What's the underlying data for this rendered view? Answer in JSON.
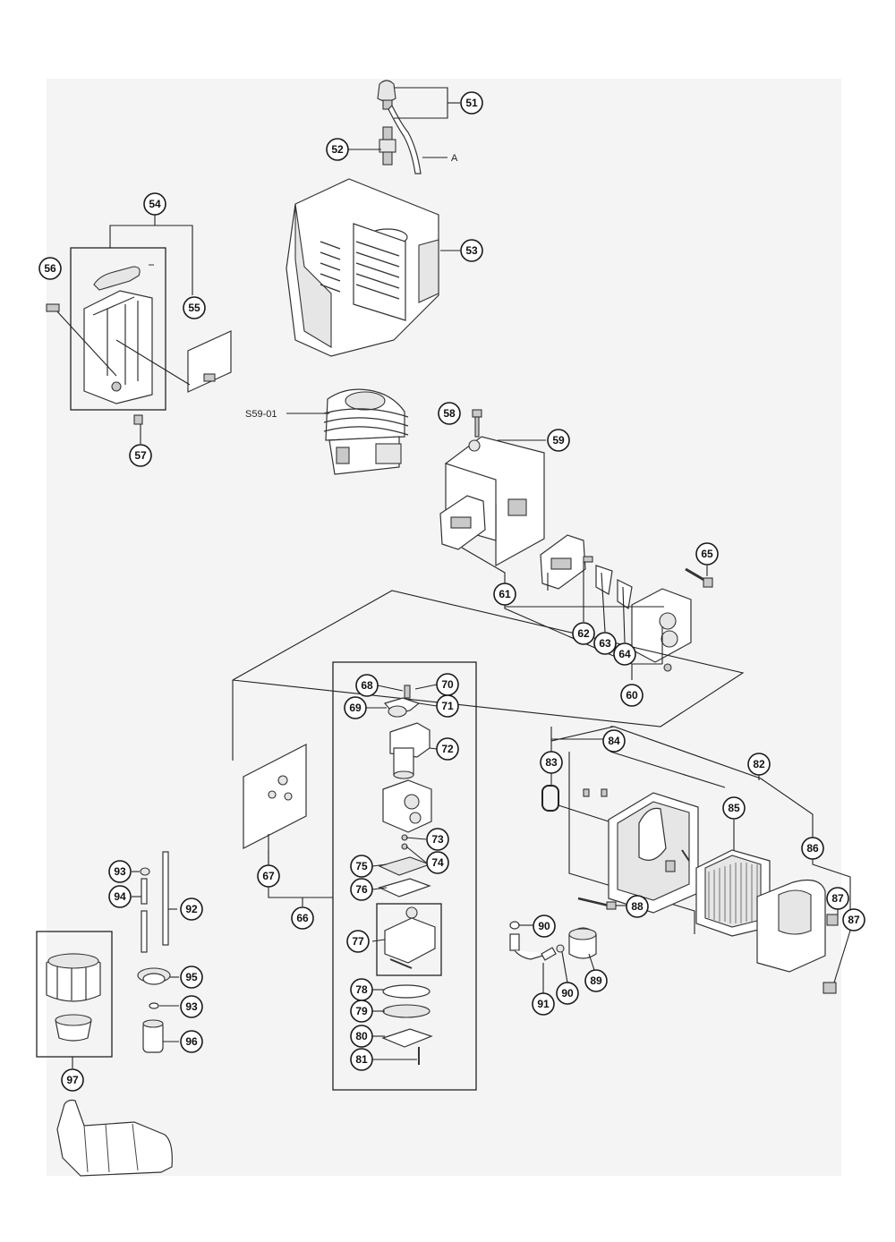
{
  "labels": {
    "s59": "S59-01",
    "pipe_end": "A"
  },
  "callouts": [
    {
      "id": "c51",
      "n": "51"
    },
    {
      "id": "c52",
      "n": "52"
    },
    {
      "id": "c53",
      "n": "53"
    },
    {
      "id": "c54",
      "n": "54"
    },
    {
      "id": "c55",
      "n": "55"
    },
    {
      "id": "c56",
      "n": "56"
    },
    {
      "id": "c57",
      "n": "57"
    },
    {
      "id": "c58",
      "n": "58"
    },
    {
      "id": "c59",
      "n": "59"
    },
    {
      "id": "c60",
      "n": "60"
    },
    {
      "id": "c61",
      "n": "61"
    },
    {
      "id": "c62",
      "n": "62"
    },
    {
      "id": "c63",
      "n": "63"
    },
    {
      "id": "c64",
      "n": "64"
    },
    {
      "id": "c65",
      "n": "65"
    },
    {
      "id": "c66",
      "n": "66"
    },
    {
      "id": "c67",
      "n": "67"
    },
    {
      "id": "c68",
      "n": "68"
    },
    {
      "id": "c69",
      "n": "69"
    },
    {
      "id": "c70",
      "n": "70"
    },
    {
      "id": "c71",
      "n": "71"
    },
    {
      "id": "c72",
      "n": "72"
    },
    {
      "id": "c73",
      "n": "73"
    },
    {
      "id": "c74",
      "n": "74"
    },
    {
      "id": "c75",
      "n": "75"
    },
    {
      "id": "c76",
      "n": "76"
    },
    {
      "id": "c77",
      "n": "77"
    },
    {
      "id": "c78",
      "n": "78"
    },
    {
      "id": "c79",
      "n": "79"
    },
    {
      "id": "c80",
      "n": "80"
    },
    {
      "id": "c81",
      "n": "81"
    },
    {
      "id": "c82",
      "n": "82"
    },
    {
      "id": "c83",
      "n": "83"
    },
    {
      "id": "c84",
      "n": "84"
    },
    {
      "id": "c85",
      "n": "85"
    },
    {
      "id": "c86",
      "n": "86"
    },
    {
      "id": "c87a",
      "n": "87"
    },
    {
      "id": "c87b",
      "n": "87"
    },
    {
      "id": "c88",
      "n": "88"
    },
    {
      "id": "c89",
      "n": "89"
    },
    {
      "id": "c90a",
      "n": "90"
    },
    {
      "id": "c90b",
      "n": "90"
    },
    {
      "id": "c91",
      "n": "91"
    },
    {
      "id": "c92",
      "n": "92"
    },
    {
      "id": "c93a",
      "n": "93"
    },
    {
      "id": "c93b",
      "n": "93"
    },
    {
      "id": "c94",
      "n": "94"
    },
    {
      "id": "c95",
      "n": "95"
    },
    {
      "id": "c96",
      "n": "96"
    },
    {
      "id": "c97",
      "n": "97"
    }
  ]
}
